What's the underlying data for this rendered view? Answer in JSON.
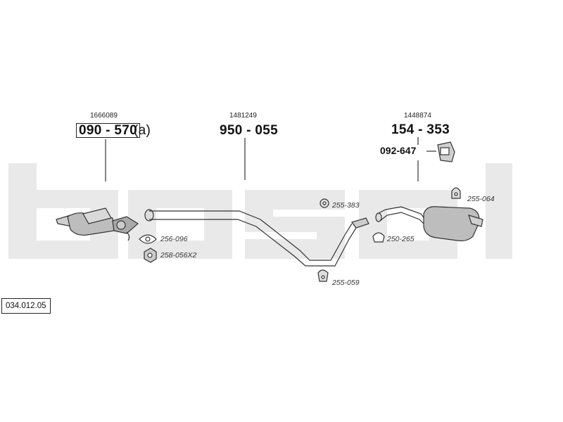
{
  "diagram_code": "034.012.05",
  "groups": [
    {
      "ref": "1666089",
      "part": "090 - 570",
      "suffix": "(a)"
    },
    {
      "ref": "1481249",
      "part": "950 - 055"
    },
    {
      "ref": "1448874",
      "part": "154 - 353",
      "sub_part": "092-647"
    }
  ],
  "accessories": [
    "256-096",
    "258-056X2",
    "255-383",
    "250-265",
    "255-064",
    "255-059"
  ],
  "colors": {
    "watermark": "#e9e9e9",
    "line": "#333333",
    "component_fill": "#bdbdbd"
  }
}
